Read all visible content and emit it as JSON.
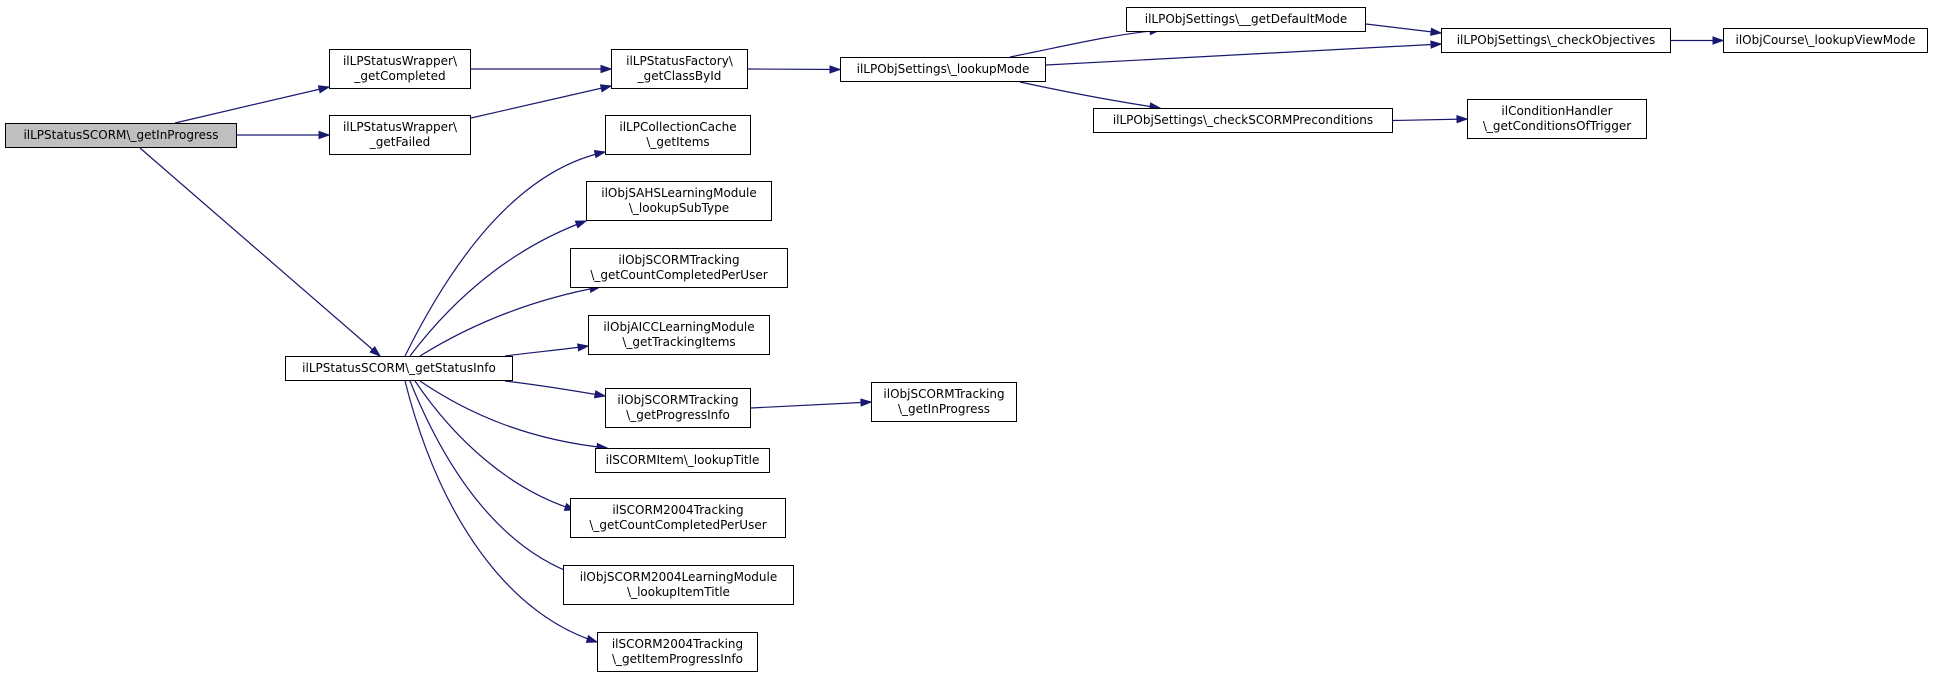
{
  "graph": {
    "nodes": [
      {
        "id": "n0",
        "lines": [
          "ilLPStatusSCORM\\_getInProgress"
        ],
        "start": true
      },
      {
        "id": "n1",
        "lines": [
          "ilLPStatusWrapper\\",
          "_getCompleted"
        ]
      },
      {
        "id": "n2",
        "lines": [
          "ilLPStatusWrapper\\",
          "_getFailed"
        ]
      },
      {
        "id": "n3",
        "lines": [
          "ilLPStatusFactory\\",
          "_getClassById"
        ]
      },
      {
        "id": "n4",
        "lines": [
          "ilLPObjSettings\\_lookupMode"
        ]
      },
      {
        "id": "n5",
        "lines": [
          "ilLPObjSettings\\__getDefaultMode"
        ]
      },
      {
        "id": "n6",
        "lines": [
          "ilLPObjSettings\\_checkObjectives"
        ]
      },
      {
        "id": "n7",
        "lines": [
          "ilObjCourse\\_lookupViewMode"
        ]
      },
      {
        "id": "n8",
        "lines": [
          "ilLPObjSettings\\_checkSCORMPreconditions"
        ]
      },
      {
        "id": "n9",
        "lines": [
          "ilConditionHandler",
          "\\_getConditionsOfTrigger"
        ]
      },
      {
        "id": "n10",
        "lines": [
          "ilLPStatusSCORM\\_getStatusInfo"
        ]
      },
      {
        "id": "n11",
        "lines": [
          "ilLPCollectionCache",
          "\\_getItems"
        ]
      },
      {
        "id": "n12",
        "lines": [
          "ilObjSAHSLearningModule",
          "\\_lookupSubType"
        ]
      },
      {
        "id": "n13",
        "lines": [
          "ilObjSCORMTracking",
          "\\_getCountCompletedPerUser"
        ]
      },
      {
        "id": "n14",
        "lines": [
          "ilObjAICCLearningModule",
          "\\_getTrackingItems"
        ]
      },
      {
        "id": "n15",
        "lines": [
          "ilObjSCORMTracking",
          "\\_getProgressInfo"
        ]
      },
      {
        "id": "n16",
        "lines": [
          "ilObjSCORMTracking",
          "\\_getInProgress"
        ]
      },
      {
        "id": "n17",
        "lines": [
          "ilSCORMItem\\_lookupTitle"
        ]
      },
      {
        "id": "n18",
        "lines": [
          "ilSCORM2004Tracking",
          "\\_getCountCompletedPerUser"
        ]
      },
      {
        "id": "n19",
        "lines": [
          "ilObjSCORM2004LearningModule",
          "\\_lookupItemTitle"
        ]
      },
      {
        "id": "n20",
        "lines": [
          "ilSCORM2004Tracking",
          "\\_getItemProgressInfo"
        ]
      }
    ],
    "edges": [
      [
        "n0",
        "n1"
      ],
      [
        "n0",
        "n2"
      ],
      [
        "n0",
        "n10"
      ],
      [
        "n1",
        "n3"
      ],
      [
        "n2",
        "n3"
      ],
      [
        "n3",
        "n4"
      ],
      [
        "n4",
        "n5"
      ],
      [
        "n4",
        "n6"
      ],
      [
        "n4",
        "n8"
      ],
      [
        "n5",
        "n6"
      ],
      [
        "n6",
        "n7"
      ],
      [
        "n8",
        "n9"
      ],
      [
        "n10",
        "n11"
      ],
      [
        "n10",
        "n12"
      ],
      [
        "n10",
        "n13"
      ],
      [
        "n10",
        "n14"
      ],
      [
        "n10",
        "n15"
      ],
      [
        "n10",
        "n17"
      ],
      [
        "n10",
        "n18"
      ],
      [
        "n10",
        "n19"
      ],
      [
        "n10",
        "n20"
      ],
      [
        "n15",
        "n16"
      ]
    ],
    "colors": {
      "edge": "#191970",
      "start_node_fill": "#bfbfbf"
    }
  }
}
